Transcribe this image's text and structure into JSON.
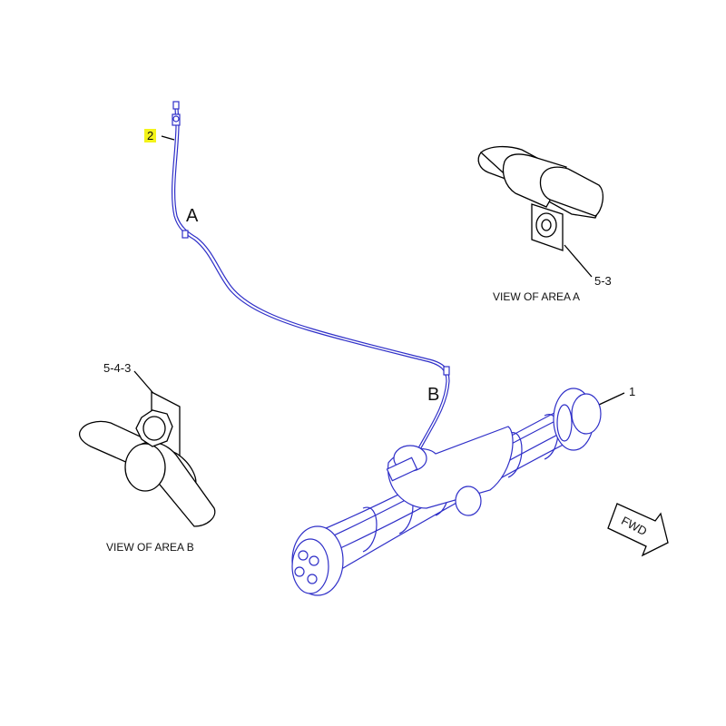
{
  "callouts": {
    "item_2": "2",
    "item_1": "1",
    "item_5_3": "5-3",
    "item_5_4_3": "5-4-3"
  },
  "areas": {
    "a": "A",
    "b": "B",
    "view_a": "VIEW OF AREA A",
    "view_b": "VIEW OF AREA B"
  },
  "direction_label": "FWD",
  "colors": {
    "part_line": "#2f2fc8",
    "detail_line": "#000000",
    "highlight": "#f3f31a"
  }
}
